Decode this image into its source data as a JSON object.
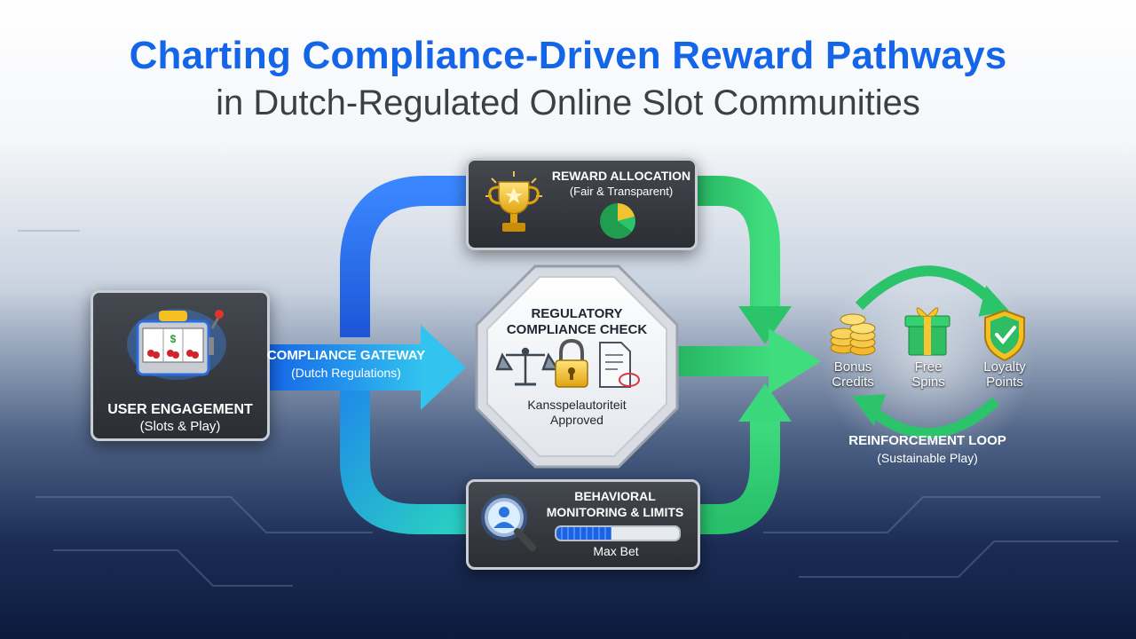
{
  "title": {
    "line1": "Charting Compliance-Driven Reward Pathways",
    "line2": "in Dutch-Regulated Online Slot Communities"
  },
  "user_engagement": {
    "label": "USER ENGAGEMENT",
    "sub": "(Slots & Play)",
    "icon": "slot-machine-icon"
  },
  "compliance_gateway": {
    "label": "COMPLIANCE GATEWAY",
    "sub": "(Dutch Regulations)"
  },
  "regulatory_check": {
    "label_line1": "REGULATORY",
    "label_line2": "COMPLIANCE CHECK",
    "approved_line1": "Kansspelautoriteit",
    "approved_line2": "Approved",
    "icons": [
      "scales-icon",
      "padlock-icon",
      "document-icon"
    ]
  },
  "reward_allocation": {
    "label": "REWARD ALLOCATION",
    "sub": "(Fair & Transparent)",
    "icons": [
      "trophy-icon",
      "pie-chart-icon"
    ]
  },
  "behavioral_monitoring": {
    "label_line1": "BEHAVIORAL",
    "label_line2": "MONITORING & LIMITS",
    "limit_label": "Max Bet",
    "limit_fill_fraction": 0.45,
    "icon": "magnifier-user-icon"
  },
  "reinforcement_loop": {
    "label": "REINFORCEMENT LOOP",
    "sub": "(Sustainable Play)",
    "items": [
      {
        "line1": "Bonus",
        "line2": "Credits",
        "icon": "coins-icon"
      },
      {
        "line1": "Free",
        "line2": "Spins",
        "icon": "gift-icon"
      },
      {
        "line1": "Loyalty",
        "line2": "Points",
        "icon": "shield-check-icon"
      }
    ]
  },
  "colors": {
    "title_blue": "#1565e8",
    "title_gray": "#3d3f45",
    "flow_blue": "#1f6ef0",
    "flow_teal": "#22b6d6",
    "flow_green": "#2ecc71"
  }
}
